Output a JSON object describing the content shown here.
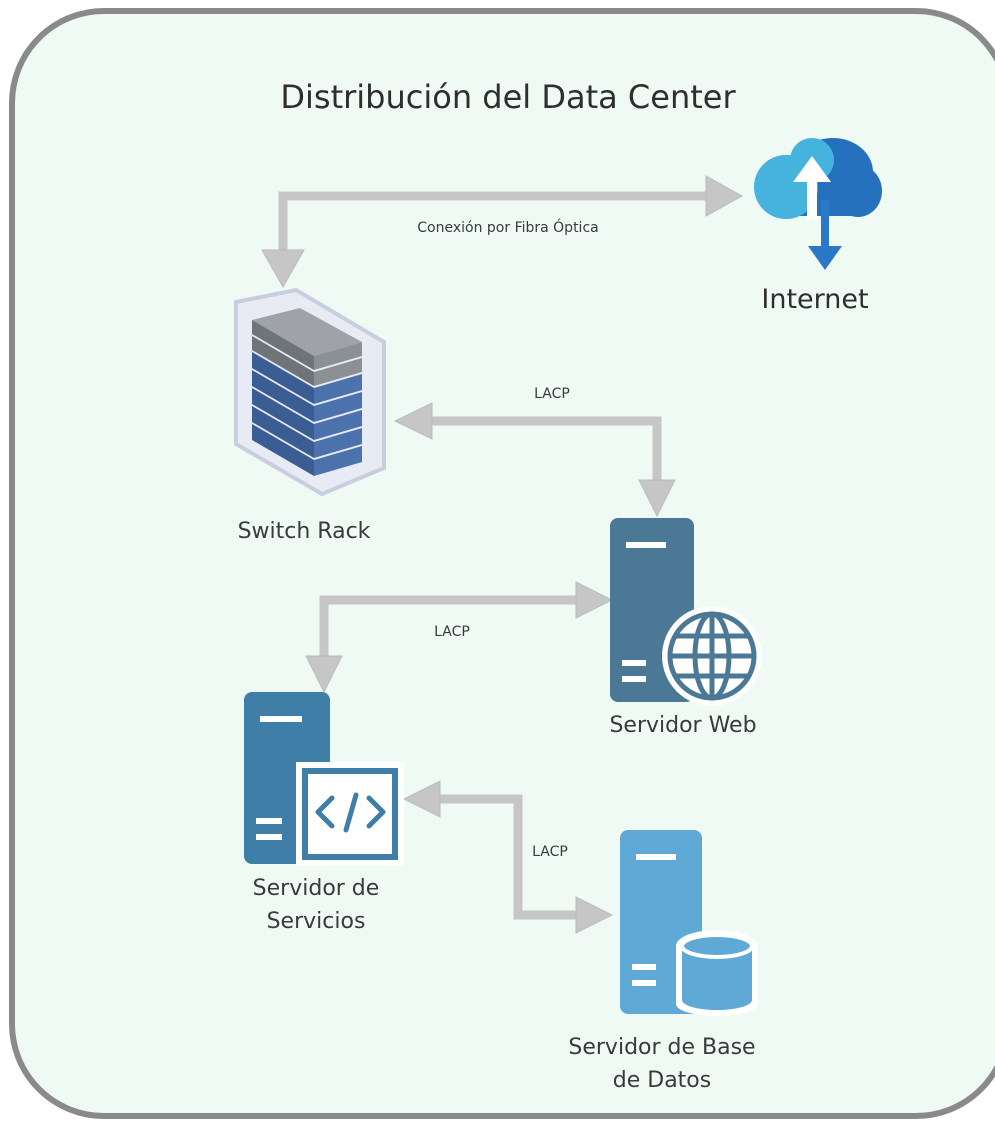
{
  "diagram": {
    "title": "Distribución del Data Center",
    "nodes": {
      "internet": "Internet",
      "switch_rack": "Switch Rack",
      "web_server": "Servidor Web",
      "services_server_line1": "Servidor de",
      "services_server_line2": "Servicios",
      "db_server_line1": "Servidor de Base",
      "db_server_line2": "de Datos"
    },
    "edges": {
      "switch_internet": "Conexión por Fibra Óptica",
      "switch_web": "LACP",
      "web_services": "LACP",
      "services_db": "LACP"
    },
    "colors": {
      "background": "#effaf5",
      "border": "#8a8a8a",
      "arrow": "#c6c6c6",
      "web_server": "#4a7895",
      "services_server": "#3f7ea6",
      "db_server": "#5ea9d6"
    }
  }
}
